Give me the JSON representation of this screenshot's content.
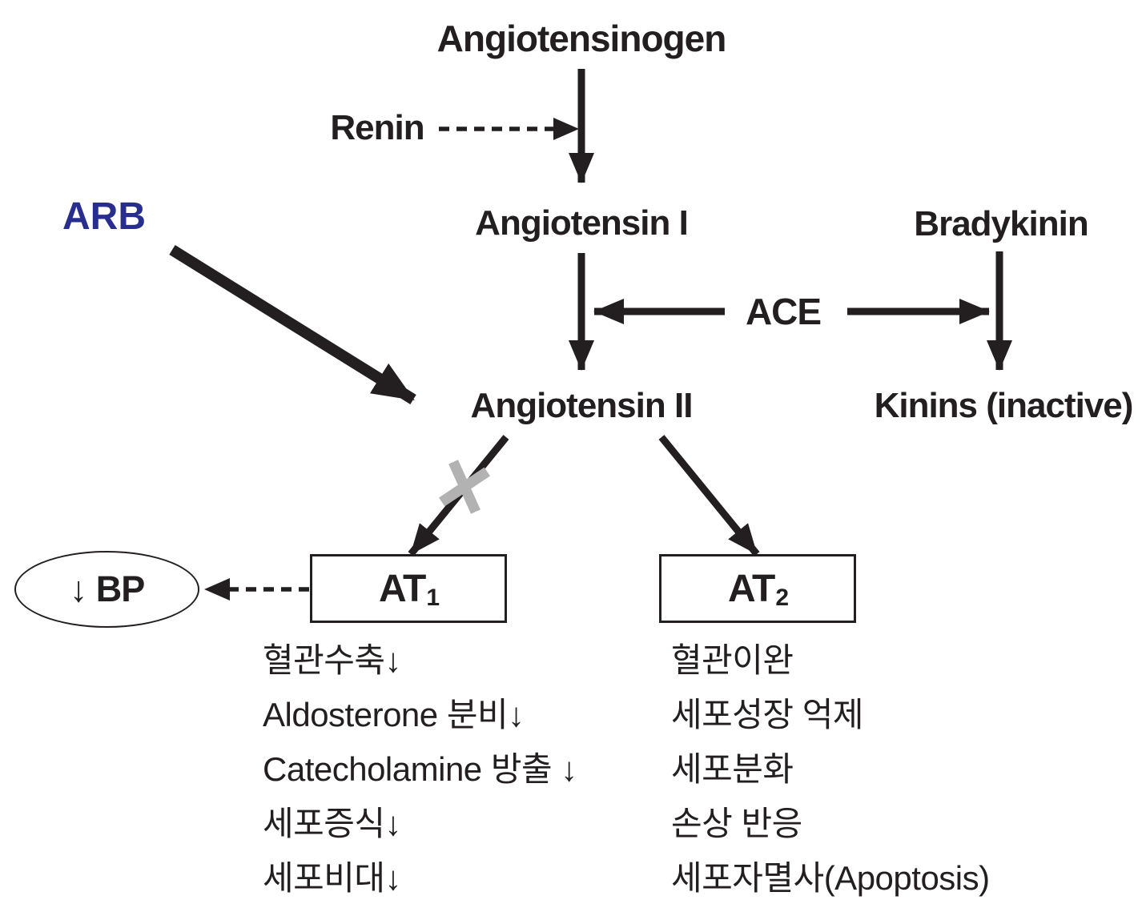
{
  "colors": {
    "ink": "#231f20",
    "arb_blue": "#272e8d",
    "x_gray": "#b2b2b2",
    "background": "#ffffff"
  },
  "nodes": {
    "angiotensinogen": "Angiotensinogen",
    "renin": "Renin",
    "angiotensin_i": "Angiotensin I",
    "ace": "ACE",
    "bradykinin": "Bradykinin",
    "angiotensin_ii": "Angiotensin II",
    "kinins_inactive": "Kinins (inactive)",
    "arb": "ARB",
    "bp_result": "↓ BP",
    "at1": {
      "base": "AT",
      "sub": "1"
    },
    "at2": {
      "base": "AT",
      "sub": "2"
    }
  },
  "at1_effects": [
    "혈관수축↓",
    "Aldosterone 분비↓",
    "Catecholamine 방출 ↓",
    "세포증식↓",
    "세포비대↓"
  ],
  "at2_effects": [
    "혈관이완",
    "세포성장 억제",
    "세포분화",
    "손상 반응",
    "세포자멸사(Apoptosis)"
  ]
}
